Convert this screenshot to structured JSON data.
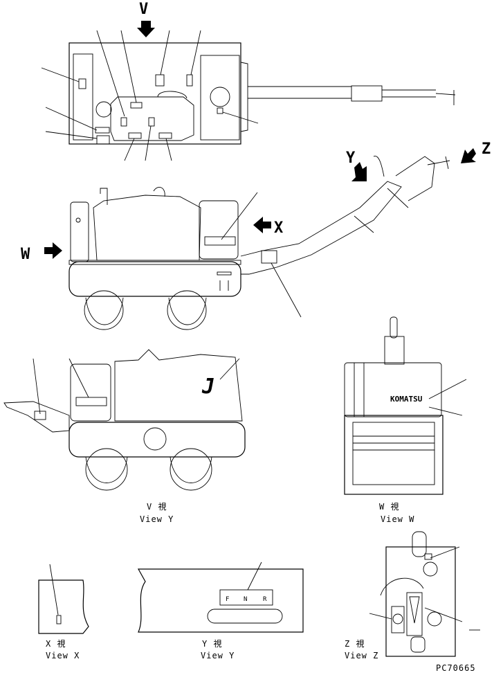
{
  "arrow_labels": {
    "v": "V",
    "w": "W",
    "x": "X",
    "y": "Y",
    "z": "Z"
  },
  "view_captions": {
    "view_v": {
      "jp": "V 視",
      "en": "View Y"
    },
    "view_w": {
      "jp": "W 視",
      "en": "View W"
    },
    "view_x": {
      "jp": "X 視",
      "en": "View X"
    },
    "view_y": {
      "jp": "Y 視",
      "en": "View Y"
    },
    "view_z": {
      "jp": "Z 視",
      "en": "View Z"
    }
  },
  "decals": {
    "komatsu_logo": "KOMATSU",
    "direction_plate": {
      "forward": "F",
      "neutral": "N",
      "reverse": "R"
    }
  },
  "drawing_number": "PC70665"
}
